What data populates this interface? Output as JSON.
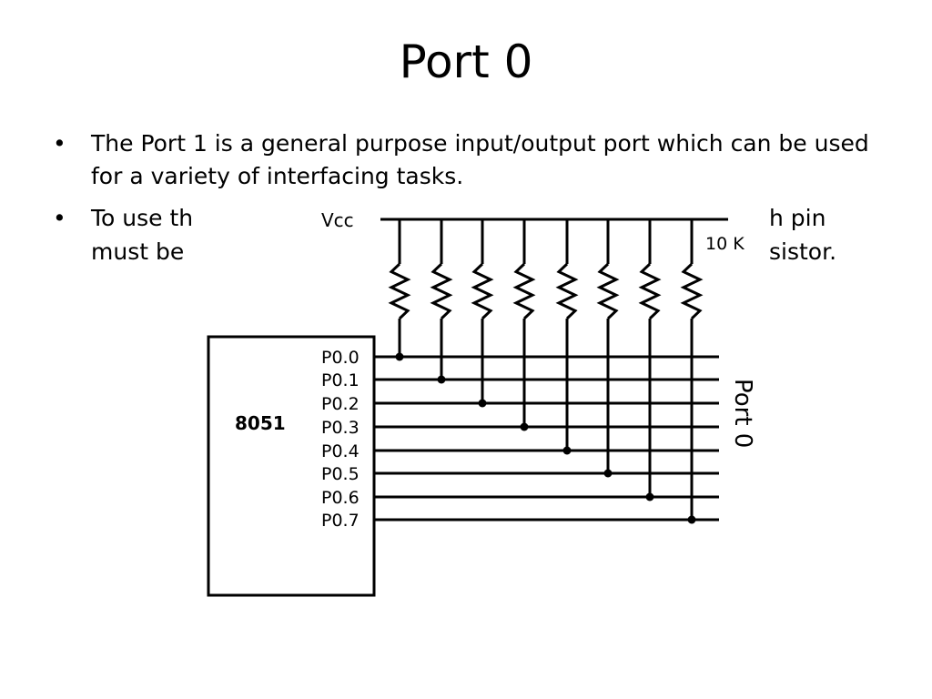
{
  "slide": {
    "title": "Port 0",
    "bullets": [
      {
        "mark": "•",
        "text": "The Port 1 is a general purpose input/output port which can be used for a variety of interfacing tasks."
      },
      {
        "mark": "•",
        "text": "To use th… h pin must be … sistor."
      }
    ],
    "bullet_fragments": {
      "line1_left": "To use th",
      "line1_right": "h pin",
      "line2_left": "must be",
      "line2_right": "sistor."
    }
  },
  "diagram": {
    "supply_label": "Vcc",
    "resistor_label": "10 K",
    "chip_label": "8051",
    "port_label": "Port 0",
    "pins": [
      "P0.0",
      "P0.1",
      "P0.2",
      "P0.3",
      "P0.4",
      "P0.5",
      "P0.6",
      "P0.7"
    ]
  }
}
